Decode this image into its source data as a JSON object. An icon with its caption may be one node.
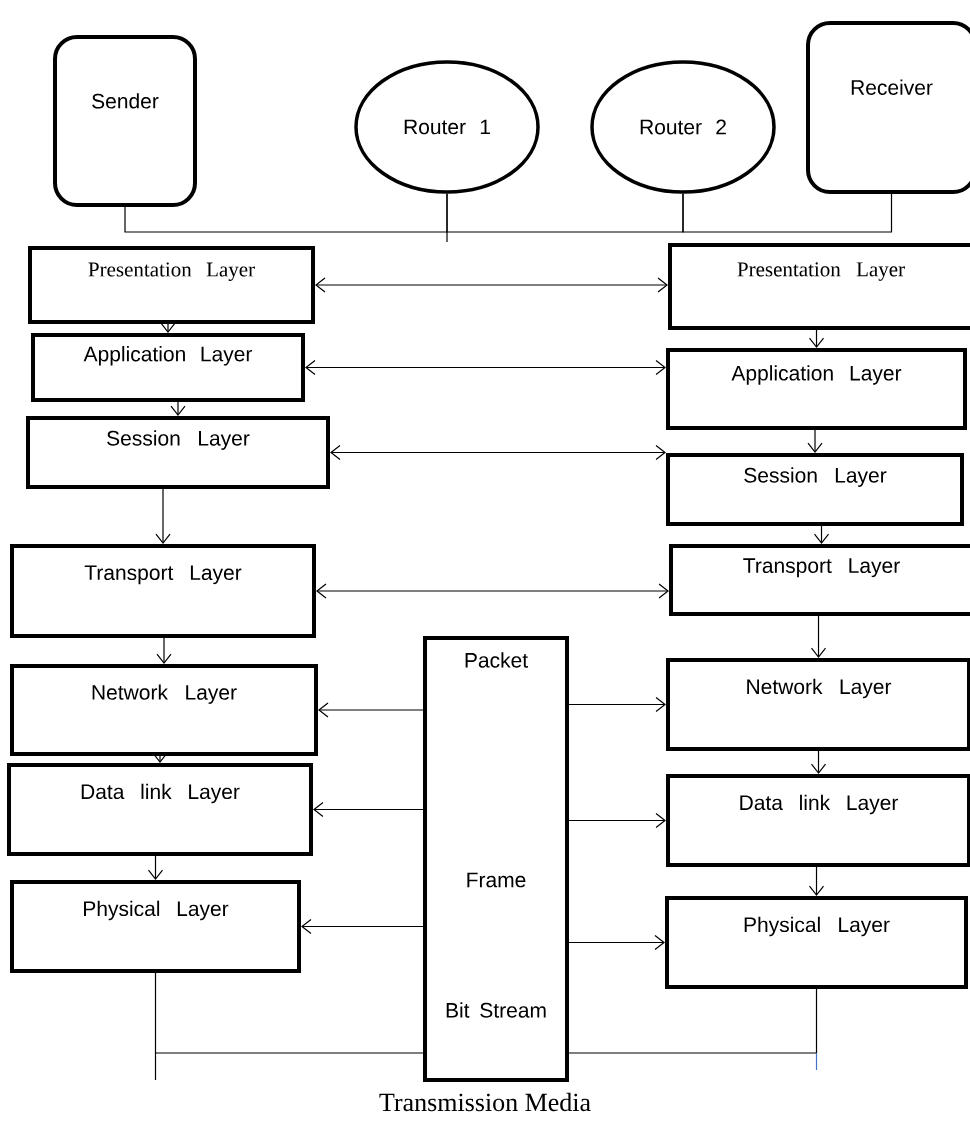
{
  "diagram": {
    "caption": "Transmission Media",
    "nodes": [
      {
        "text": [
          "Sender"
        ]
      },
      {
        "text": [
          "Router 1"
        ]
      },
      {
        "text": [
          "Router 2"
        ]
      },
      {
        "text": [
          "Receiver"
        ]
      },
      {
        "text": [
          "Presentation Layer"
        ]
      },
      {
        "text": [
          "Application Layer"
        ]
      },
      {
        "text": [
          "Session Layer"
        ]
      },
      {
        "text": [
          "Transport Layer"
        ]
      },
      {
        "text": [
          "Network Layer"
        ]
      },
      {
        "text": [
          "Data link Layer"
        ]
      },
      {
        "text": [
          "Physical Layer"
        ]
      },
      {
        "text": [
          "Presentation Layer"
        ]
      },
      {
        "text": [
          "Application Layer"
        ]
      },
      {
        "text": [
          "Session Layer"
        ]
      },
      {
        "text": [
          "Transport Layer"
        ]
      },
      {
        "text": [
          "Network Layer"
        ]
      },
      {
        "text": [
          "Data link Layer"
        ]
      },
      {
        "text": [
          "Physical Layer"
        ]
      },
      {
        "text": [
          "Packet",
          "Frame",
          "Bit Stream"
        ]
      }
    ],
    "edges": [
      {
        "from": 0,
        "to": 1,
        "arrow": "none"
      },
      {
        "from": 1,
        "to": 2,
        "arrow": "none"
      },
      {
        "from": 2,
        "to": 3,
        "arrow": "none"
      },
      {
        "from": 4,
        "to": 5,
        "arrow": "to"
      },
      {
        "from": 5,
        "to": 6,
        "arrow": "to"
      },
      {
        "from": 6,
        "to": 7,
        "arrow": "to"
      },
      {
        "from": 7,
        "to": 8,
        "arrow": "to"
      },
      {
        "from": 8,
        "to": 9,
        "arrow": "to"
      },
      {
        "from": 9,
        "to": 10,
        "arrow": "to"
      },
      {
        "from": 11,
        "to": 12,
        "arrow": "to"
      },
      {
        "from": 12,
        "to": 13,
        "arrow": "to"
      },
      {
        "from": 13,
        "to": 14,
        "arrow": "to"
      },
      {
        "from": 14,
        "to": 15,
        "arrow": "to"
      },
      {
        "from": 15,
        "to": 16,
        "arrow": "to"
      },
      {
        "from": 16,
        "to": 17,
        "arrow": "to"
      },
      {
        "from": 4,
        "to": 11,
        "arrow": "both"
      },
      {
        "from": 5,
        "to": 12,
        "arrow": "both"
      },
      {
        "from": 6,
        "to": 13,
        "arrow": "both"
      },
      {
        "from": 7,
        "to": 14,
        "arrow": "both"
      },
      {
        "from": 18,
        "to": 8,
        "arrow": "to"
      },
      {
        "from": 18,
        "to": 15,
        "arrow": "to"
      },
      {
        "from": 18,
        "to": 9,
        "arrow": "to"
      },
      {
        "from": 18,
        "to": 16,
        "arrow": "to"
      },
      {
        "from": 18,
        "to": 10,
        "arrow": "to"
      },
      {
        "from": 18,
        "to": 17,
        "arrow": "to"
      },
      {
        "from": 10,
        "to": 18,
        "arrow": "none"
      },
      {
        "from": 18,
        "to": 17,
        "arrow": "none"
      }
    ]
  }
}
